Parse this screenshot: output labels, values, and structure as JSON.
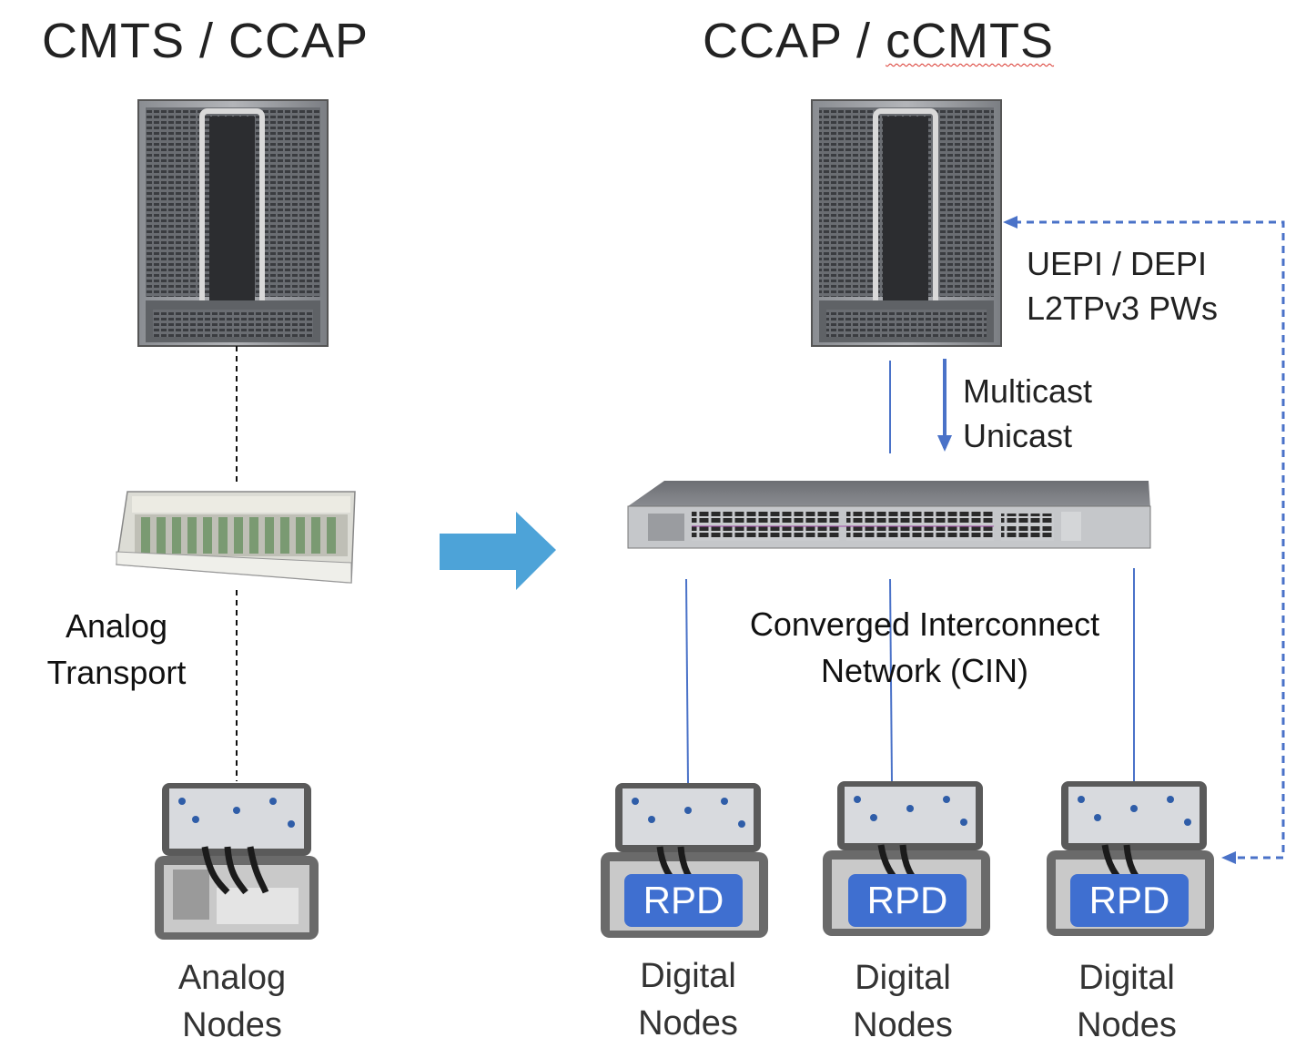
{
  "left": {
    "title": "CMTS / CCAP",
    "transport_label_line1": "Analog",
    "transport_label_line2": "Transport",
    "node_label_line1": "Analog",
    "node_label_line2": "Nodes",
    "chassis_icon": "cmts-chassis-icon",
    "transport_icon": "optical-transport-shelf-icon",
    "node_icon": "analog-node-icon"
  },
  "right": {
    "title_part1": "CCAP / ",
    "title_part2": "cCMTS",
    "pw_label_line1": "UEPI / DEPI",
    "pw_label_line2": "L2TPv3 PWs",
    "cast_label_line1": "Multicast",
    "cast_label_line2": "Unicast",
    "cin_label_line1": "Converged Interconnect",
    "cin_label_line2": "Network (CIN)",
    "switch_icon": "cin-switch-icon",
    "nodes": [
      {
        "badge": "RPD",
        "label_line1": "Digital",
        "label_line2": "Nodes"
      },
      {
        "badge": "RPD",
        "label_line1": "Digital",
        "label_line2": "Nodes"
      },
      {
        "badge": "RPD",
        "label_line1": "Digital",
        "label_line2": "Nodes"
      }
    ]
  },
  "transition_arrow_icon": "right-arrow-icon",
  "colors": {
    "link_blue": "#4a72c8",
    "arrow_blue": "#4da3d8",
    "rpd_blue": "#3f6fd0",
    "dashed_black": "#111111"
  }
}
